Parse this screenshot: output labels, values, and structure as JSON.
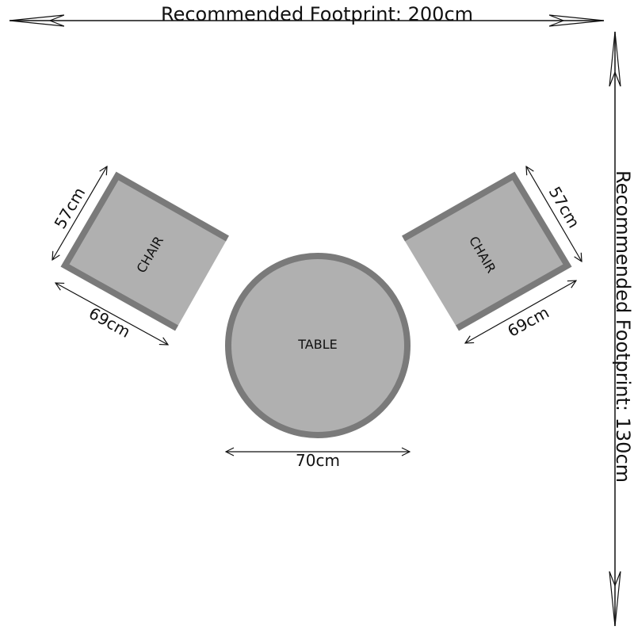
{
  "footprint": {
    "width_label": "Recommended Footprint: 200cm",
    "depth_label": "Recommended Footprint: 130cm"
  },
  "table": {
    "label": "TABLE",
    "diameter_label": "70cm"
  },
  "chairs": [
    {
      "label": "CHAIR",
      "depth_label": "57cm",
      "width_label": "69cm"
    },
    {
      "label": "CHAIR",
      "depth_label": "57cm",
      "width_label": "69cm"
    }
  ],
  "colors": {
    "fill": "#b0b0b0",
    "stroke": "#7a7a7a",
    "line": "#111111"
  }
}
